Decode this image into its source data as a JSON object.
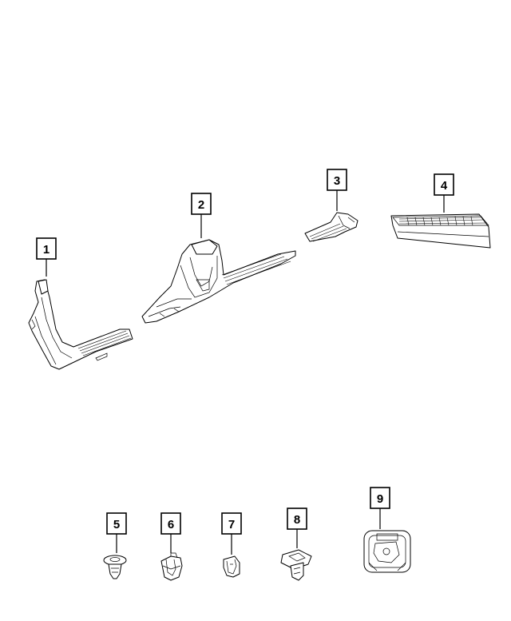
{
  "callouts": [
    {
      "id": "1",
      "part": "front-sill-plate"
    },
    {
      "id": "2",
      "part": "b-pillar-sill-plate"
    },
    {
      "id": "3",
      "part": "rear-sill-plate"
    },
    {
      "id": "4",
      "part": "rear-scuff-plate"
    },
    {
      "id": "5",
      "part": "push-pin-retainer"
    },
    {
      "id": "6",
      "part": "clip-retainer"
    },
    {
      "id": "7",
      "part": "u-nut-clip"
    },
    {
      "id": "8",
      "part": "retainer-clip"
    },
    {
      "id": "9",
      "part": "pad-retainer"
    }
  ],
  "colors": {
    "line": "#000000",
    "background": "#ffffff",
    "shade": "#d9d9d9"
  }
}
